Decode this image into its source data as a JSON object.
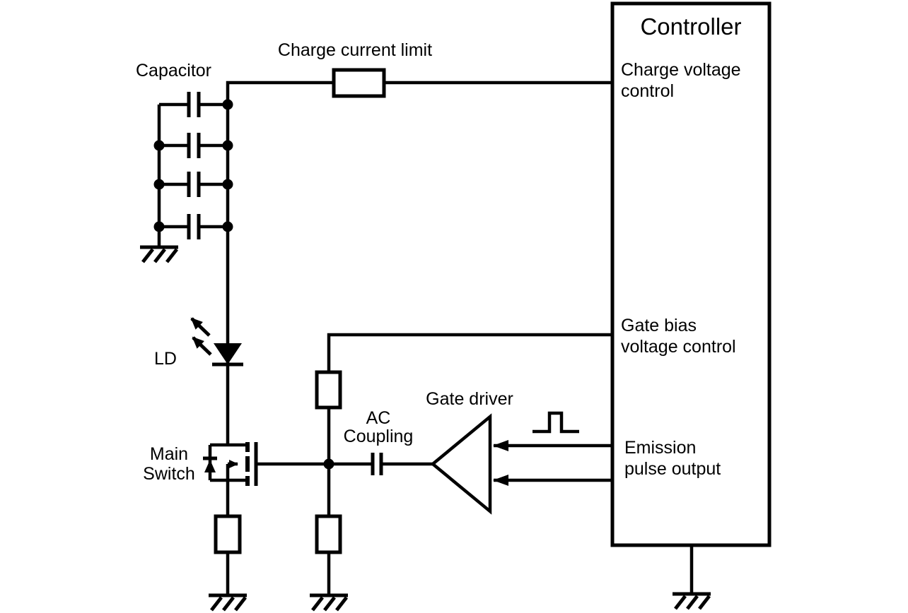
{
  "diagram": {
    "background": "#ffffff",
    "line_color": "#000000",
    "labels": {
      "capacitor": "Capacitor",
      "charge_current_limit": "Charge current limit",
      "ld": "LD",
      "main_switch_line1": "Main",
      "main_switch_line2": "Switch",
      "ac_coupling_line1": "AC",
      "ac_coupling_line2": "Coupling",
      "gate_driver": "Gate driver"
    },
    "controller": {
      "title": "Controller",
      "charge_port_line1": "Charge voltage",
      "charge_port_line2": "control",
      "gate_bias_port_line1": "Gate bias",
      "gate_bias_port_line2": "voltage control",
      "emission_port_line1": "Emission",
      "emission_port_line2": "pulse output"
    }
  }
}
